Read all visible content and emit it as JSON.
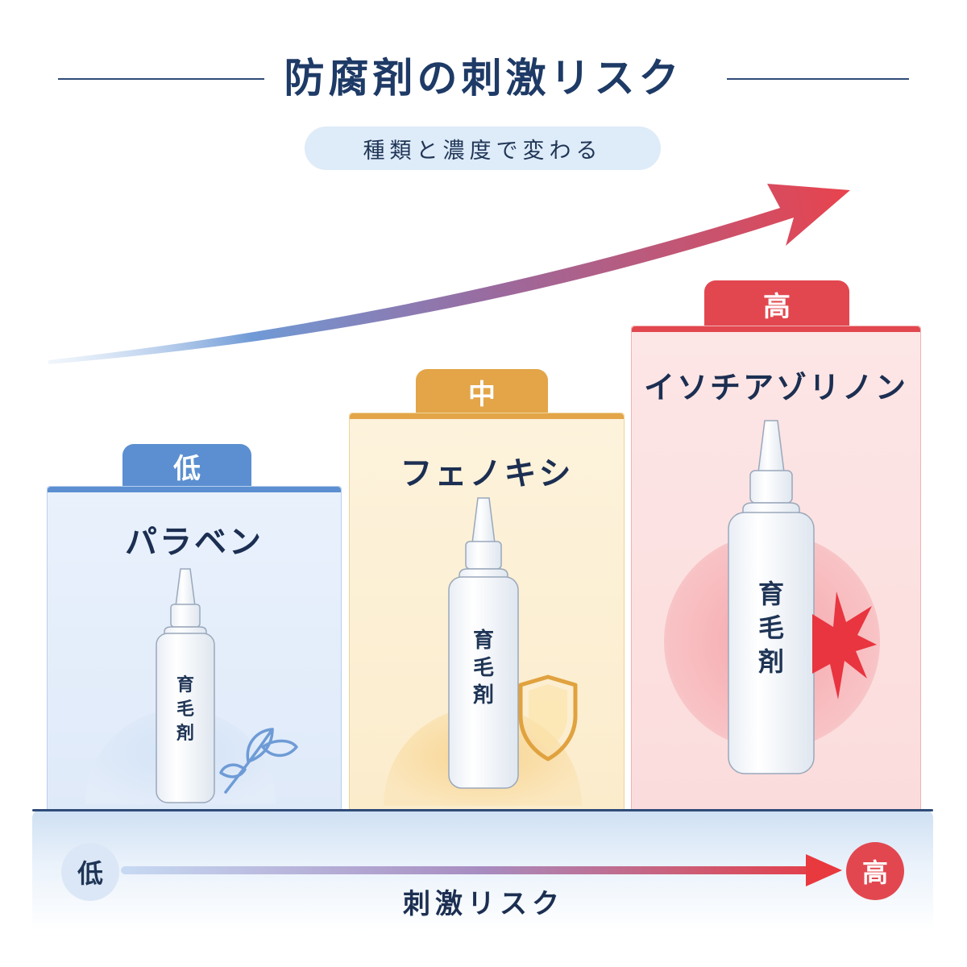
{
  "header": {
    "title": "防腐剤の刺激リスク",
    "subtitle": "種類と濃度で変わる"
  },
  "colors": {
    "low": "#5b8fd1",
    "mid": "#e3a548",
    "high": "#e2474f",
    "navy": "#1e3a66"
  },
  "levels": [
    {
      "id": "low",
      "tab": "低",
      "name": "パラベン",
      "bottle_label": [
        "育",
        "毛",
        "剤"
      ],
      "icon": "leaf-icon"
    },
    {
      "id": "mid",
      "tab": "中",
      "name": "フェノキシ",
      "bottle_label": [
        "育",
        "毛",
        "剤"
      ],
      "icon": "shield-icon"
    },
    {
      "id": "high",
      "tab": "高",
      "name": "イソチアゾリノン",
      "bottle_label": [
        "育",
        "毛",
        "剤"
      ],
      "icon": "burst-icon"
    }
  ],
  "scale": {
    "low_label": "低",
    "high_label": "高",
    "caption": "刺激リスク"
  }
}
